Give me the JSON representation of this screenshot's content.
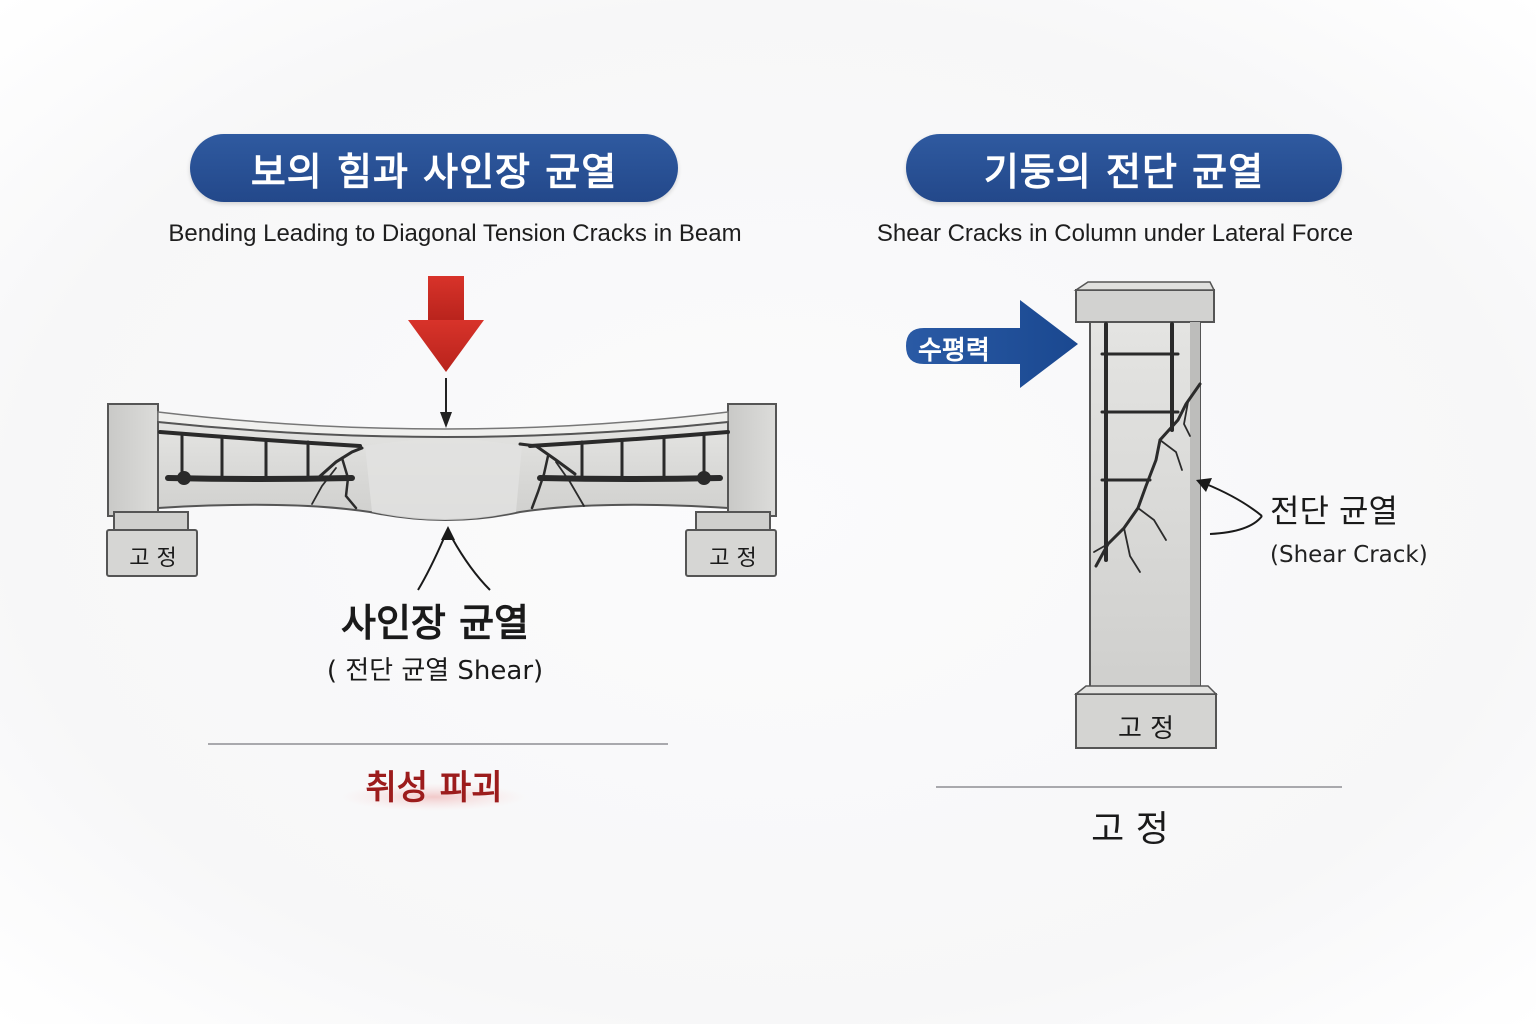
{
  "beam_panel": {
    "title": "보의 힘과 사인장 균열",
    "subtitle": "Bending Leading to Diagonal Tension Cracks in Beam",
    "support_left": "고 정",
    "support_right": "고 정",
    "crack_label": "사인장 균열",
    "crack_sublabel": "( 전단 균열 Shear)",
    "failure_label": "취성 파괴"
  },
  "column_panel": {
    "title": "기둥의 전단 균열",
    "subtitle": "Shear Cracks in Column under Lateral Force",
    "force_label": "수평력",
    "crack_label": "전단 균열",
    "crack_sublabel": "(Shear Crack)",
    "base_label": "고 정",
    "bottom_label": "고 정"
  },
  "colors": {
    "title_pill": "#2a5196",
    "load_arrow": "#c92a22",
    "lateral_arrow": "#1f4f9a",
    "failure_text": "#9c1c1c",
    "concrete": "#d8d8d6"
  }
}
